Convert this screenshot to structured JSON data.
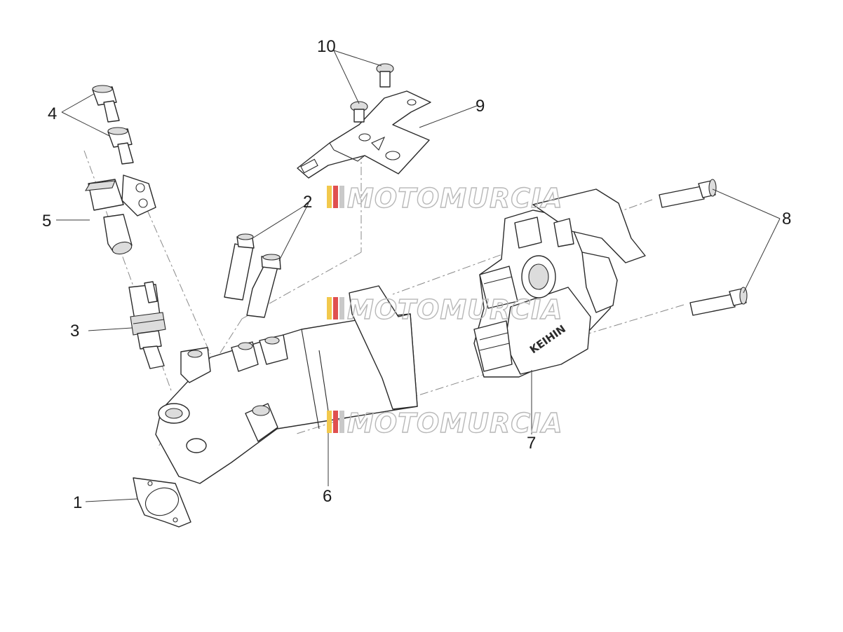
{
  "callouts": [
    {
      "key": "1",
      "label": "1"
    },
    {
      "key": "2",
      "label": "2"
    },
    {
      "key": "3",
      "label": "3"
    },
    {
      "key": "4",
      "label": "4"
    },
    {
      "key": "5",
      "label": "5"
    },
    {
      "key": "6",
      "label": "6"
    },
    {
      "key": "7",
      "label": "7"
    },
    {
      "key": "8",
      "label": "8"
    },
    {
      "key": "9",
      "label": "9"
    },
    {
      "key": "10",
      "label": "10"
    }
  ],
  "watermark": {
    "text": "MOTOMURCIA",
    "stripe_colors": [
      "#f2c94c",
      "#e05050",
      "#c9c9c9"
    ]
  },
  "part_marking": "KEIHIN",
  "colors": {
    "line": "#2a2a2a",
    "dash": "#8a8a8a",
    "watermark_outline": "#b8b8b8"
  }
}
